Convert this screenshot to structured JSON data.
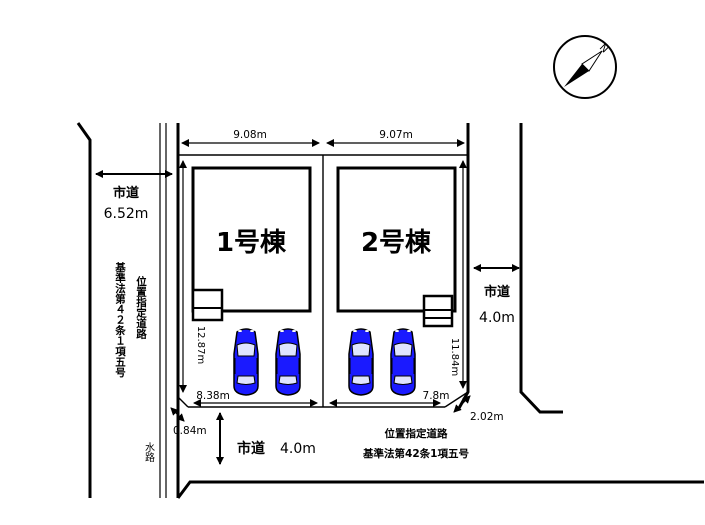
{
  "lot1": {
    "label": "1号棟",
    "width_top": "9.08m",
    "depth": "12.87m",
    "width_bottom": "8.38m"
  },
  "lot2": {
    "label": "2号棟",
    "width_top": "9.07m",
    "depth": "11.84m",
    "width_bottom": "7.8m",
    "corner_cut": "2.02m"
  },
  "roads": {
    "west": {
      "name": "市道",
      "width": "6.52m"
    },
    "east": {
      "name": "市道",
      "width": "4.0m"
    },
    "south": {
      "name": "市道",
      "width": "4.0m"
    },
    "west_designation": "基準法第４２条１項五号",
    "west_designated_road": "位置指定道路",
    "south_designated_road": "位置指定道路",
    "south_designation": "基準法第42条1項五号"
  },
  "waterway": {
    "label": "水路",
    "width": "0.84m"
  },
  "compass": {
    "label": "N"
  },
  "colors": {
    "car": "#1a1aff",
    "lines": "#000000",
    "background": "#ffffff"
  }
}
